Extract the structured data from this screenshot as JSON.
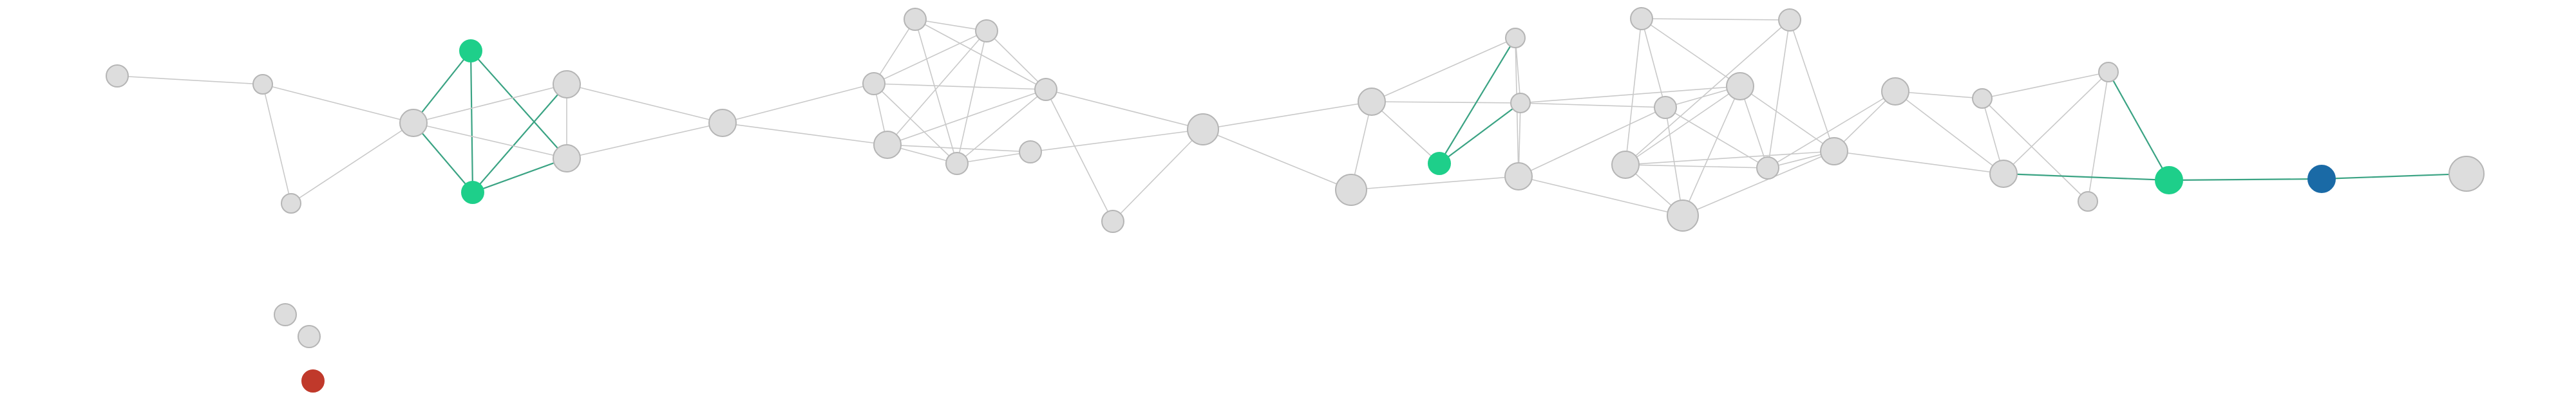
{
  "graph": {
    "colors": {
      "node_default": "#dddddd",
      "node_stroke": "#b5b5b5",
      "node_highlight": "#1ecf8a",
      "node_selected": "#1a6aa6",
      "node_isolated_red": "#c0392b",
      "edge_default": "#c9c9c9",
      "edge_highlight": "#3aa383"
    },
    "nodes": [
      {
        "id": "n1",
        "size": "md",
        "state": "default"
      },
      {
        "id": "n2",
        "size": "sm",
        "state": "default"
      },
      {
        "id": "n3",
        "size": "sm",
        "state": "default"
      },
      {
        "id": "n4",
        "size": "lg",
        "state": "default"
      },
      {
        "id": "n5",
        "size": "md",
        "state": "highlight"
      },
      {
        "id": "n6",
        "size": "md",
        "state": "highlight"
      },
      {
        "id": "n7",
        "size": "lg",
        "state": "default"
      },
      {
        "id": "n8",
        "size": "lg",
        "state": "default"
      },
      {
        "id": "n9",
        "size": "lg",
        "state": "default"
      },
      {
        "id": "n10",
        "size": "md",
        "state": "default"
      },
      {
        "id": "n11",
        "size": "md",
        "state": "default"
      },
      {
        "id": "n12",
        "size": "md",
        "state": "default"
      },
      {
        "id": "n13",
        "size": "lg",
        "state": "default"
      },
      {
        "id": "n14",
        "size": "md",
        "state": "default"
      },
      {
        "id": "n15",
        "size": "md",
        "state": "default"
      },
      {
        "id": "n16",
        "size": "md",
        "state": "default"
      },
      {
        "id": "n17",
        "size": "md",
        "state": "default"
      },
      {
        "id": "n18",
        "size": "xl",
        "state": "default"
      },
      {
        "id": "n19",
        "size": "lg",
        "state": "default"
      },
      {
        "id": "n20",
        "size": "xl",
        "state": "default"
      },
      {
        "id": "n21",
        "size": "md",
        "state": "highlight"
      },
      {
        "id": "n22",
        "size": "sm",
        "state": "default"
      },
      {
        "id": "n23",
        "size": "sm",
        "state": "default"
      },
      {
        "id": "n24",
        "size": "lg",
        "state": "default"
      },
      {
        "id": "n25",
        "size": "md",
        "state": "default"
      },
      {
        "id": "n26",
        "size": "md",
        "state": "default"
      },
      {
        "id": "n27",
        "size": "lg",
        "state": "default"
      },
      {
        "id": "n28",
        "size": "xl",
        "state": "default"
      },
      {
        "id": "n29",
        "size": "md",
        "state": "default"
      },
      {
        "id": "n30",
        "size": "lg",
        "state": "default"
      },
      {
        "id": "n31",
        "size": "md",
        "state": "default"
      },
      {
        "id": "n32",
        "size": "lg",
        "state": "default"
      },
      {
        "id": "n33",
        "size": "lg",
        "state": "default"
      },
      {
        "id": "n34",
        "size": "sm",
        "state": "default"
      },
      {
        "id": "n35",
        "size": "sm",
        "state": "default"
      },
      {
        "id": "n36",
        "size": "lg",
        "state": "default"
      },
      {
        "id": "n37",
        "size": "sm",
        "state": "default"
      },
      {
        "id": "n38",
        "size": "lg",
        "state": "highlight"
      },
      {
        "id": "n39",
        "size": "lg",
        "state": "selected"
      },
      {
        "id": "n40",
        "size": "xxl",
        "state": "default"
      },
      {
        "id": "n41",
        "size": "md",
        "state": "default"
      },
      {
        "id": "n42",
        "size": "md",
        "state": "default"
      },
      {
        "id": "n43",
        "size": "md",
        "state": "isolated_red"
      }
    ],
    "edges": [
      [
        "n1",
        "n2",
        "default"
      ],
      [
        "n2",
        "n3",
        "default"
      ],
      [
        "n2",
        "n4",
        "default"
      ],
      [
        "n3",
        "n4",
        "default"
      ],
      [
        "n4",
        "n5",
        "highlight"
      ],
      [
        "n4",
        "n6",
        "highlight"
      ],
      [
        "n5",
        "n6",
        "highlight"
      ],
      [
        "n5",
        "n8",
        "highlight"
      ],
      [
        "n6",
        "n7",
        "highlight"
      ],
      [
        "n6",
        "n8",
        "highlight"
      ],
      [
        "n4",
        "n7",
        "default"
      ],
      [
        "n4",
        "n8",
        "default"
      ],
      [
        "n7",
        "n8",
        "default"
      ],
      [
        "n7",
        "n9",
        "default"
      ],
      [
        "n8",
        "n9",
        "default"
      ],
      [
        "n9",
        "n10",
        "default"
      ],
      [
        "n9",
        "n13",
        "default"
      ],
      [
        "n10",
        "n11",
        "default"
      ],
      [
        "n10",
        "n12",
        "default"
      ],
      [
        "n10",
        "n13",
        "default"
      ],
      [
        "n10",
        "n14",
        "default"
      ],
      [
        "n10",
        "n15",
        "default"
      ],
      [
        "n11",
        "n12",
        "default"
      ],
      [
        "n11",
        "n14",
        "default"
      ],
      [
        "n11",
        "n15",
        "default"
      ],
      [
        "n12",
        "n13",
        "default"
      ],
      [
        "n12",
        "n14",
        "default"
      ],
      [
        "n12",
        "n15",
        "default"
      ],
      [
        "n13",
        "n14",
        "default"
      ],
      [
        "n13",
        "n15",
        "default"
      ],
      [
        "n14",
        "n15",
        "default"
      ],
      [
        "n13",
        "n16",
        "default"
      ],
      [
        "n14",
        "n16",
        "default"
      ],
      [
        "n15",
        "n17",
        "default"
      ],
      [
        "n15",
        "n18",
        "default"
      ],
      [
        "n16",
        "n18",
        "default"
      ],
      [
        "n17",
        "n18",
        "default"
      ],
      [
        "n18",
        "n19",
        "default"
      ],
      [
        "n18",
        "n20",
        "default"
      ],
      [
        "n19",
        "n20",
        "default"
      ],
      [
        "n19",
        "n21",
        "default"
      ],
      [
        "n19",
        "n23",
        "default"
      ],
      [
        "n21",
        "n22",
        "highlight"
      ],
      [
        "n21",
        "n23",
        "highlight"
      ],
      [
        "n20",
        "n24",
        "default"
      ],
      [
        "n22",
        "n23",
        "default"
      ],
      [
        "n22",
        "n24",
        "default"
      ],
      [
        "n22",
        "n19",
        "default"
      ],
      [
        "n23",
        "n24",
        "default"
      ],
      [
        "n23",
        "n26",
        "default"
      ],
      [
        "n23",
        "n27",
        "default"
      ],
      [
        "n24",
        "n28",
        "default"
      ],
      [
        "n24",
        "n26",
        "default"
      ],
      [
        "n25",
        "n26",
        "default"
      ],
      [
        "n25",
        "n27",
        "default"
      ],
      [
        "n25",
        "n29",
        "default"
      ],
      [
        "n25",
        "n30",
        "default"
      ],
      [
        "n26",
        "n27",
        "default"
      ],
      [
        "n26",
        "n28",
        "default"
      ],
      [
        "n26",
        "n31",
        "default"
      ],
      [
        "n27",
        "n28",
        "default"
      ],
      [
        "n27",
        "n30",
        "default"
      ],
      [
        "n27",
        "n31",
        "default"
      ],
      [
        "n27",
        "n32",
        "default"
      ],
      [
        "n29",
        "n30",
        "default"
      ],
      [
        "n29",
        "n31",
        "default"
      ],
      [
        "n29",
        "n32",
        "default"
      ],
      [
        "n30",
        "n31",
        "default"
      ],
      [
        "n30",
        "n32",
        "default"
      ],
      [
        "n30",
        "n28",
        "default"
      ],
      [
        "n31",
        "n32",
        "default"
      ],
      [
        "n31",
        "n33",
        "default"
      ],
      [
        "n32",
        "n33",
        "default"
      ],
      [
        "n32",
        "n36",
        "default"
      ],
      [
        "n32",
        "n28",
        "default"
      ],
      [
        "n33",
        "n34",
        "default"
      ],
      [
        "n33",
        "n36",
        "default"
      ],
      [
        "n34",
        "n35",
        "default"
      ],
      [
        "n34",
        "n36",
        "default"
      ],
      [
        "n34",
        "n37",
        "default"
      ],
      [
        "n35",
        "n36",
        "default"
      ],
      [
        "n35",
        "n37",
        "default"
      ],
      [
        "n35",
        "n38",
        "highlight"
      ],
      [
        "n36",
        "n38",
        "highlight"
      ],
      [
        "n38",
        "n39",
        "highlight"
      ],
      [
        "n39",
        "n40",
        "highlight"
      ]
    ]
  }
}
